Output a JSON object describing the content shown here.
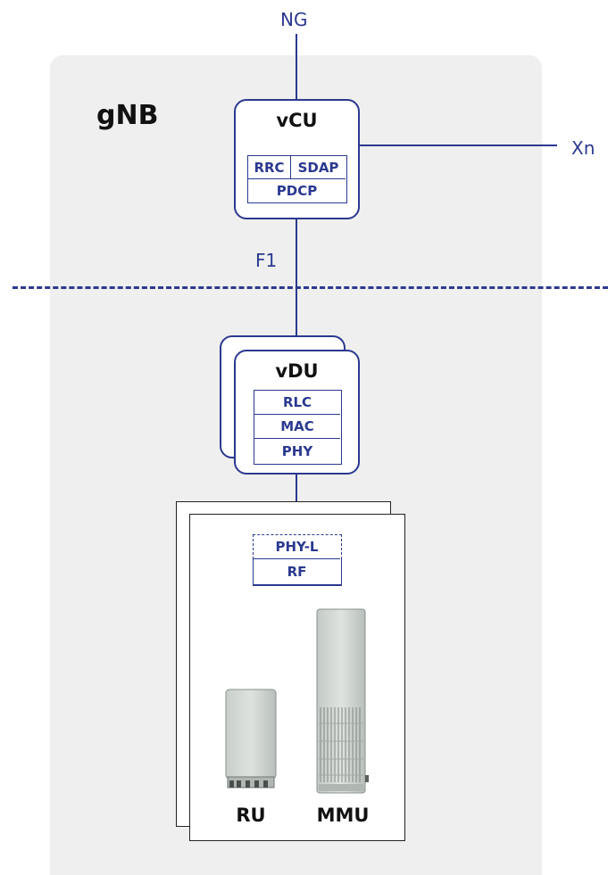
{
  "interfaces": {
    "ng": "NG",
    "xn": "Xn",
    "f1": "F1"
  },
  "gnb": {
    "title": "gNB"
  },
  "vcu": {
    "title": "vCU",
    "rrc": "RRC",
    "sdap": "SDAP",
    "pdcp": "PDCP"
  },
  "vdu": {
    "title": "vDU",
    "layers": [
      "RLC",
      "MAC",
      "PHY"
    ]
  },
  "ru_unit": {
    "phy_l": "PHY-L",
    "rf": "RF",
    "ru_label": "RU",
    "mmu_label": "MMU"
  },
  "colors": {
    "accent": "#2b3990",
    "background": "#efefef"
  }
}
